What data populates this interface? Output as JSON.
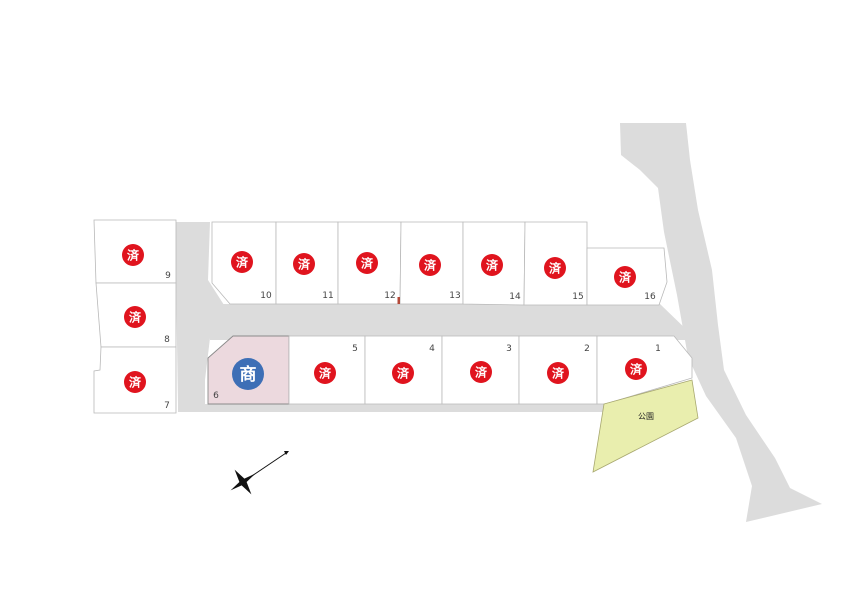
{
  "map": {
    "sold_label": "済",
    "commercial_label": "商",
    "park_label": "公園",
    "colors": {
      "road": "#dcdcdc",
      "sold_badge": "#e0141e",
      "commercial_badge": "#3d6fb6",
      "park": "#e9eeae",
      "selected_lot": "#ecd9de"
    },
    "lots": [
      {
        "number": "1",
        "status": "sold"
      },
      {
        "number": "2",
        "status": "sold"
      },
      {
        "number": "3",
        "status": "sold"
      },
      {
        "number": "4",
        "status": "sold"
      },
      {
        "number": "5",
        "status": "sold"
      },
      {
        "number": "6",
        "status": "commercial"
      },
      {
        "number": "7",
        "status": "sold"
      },
      {
        "number": "8",
        "status": "sold"
      },
      {
        "number": "9",
        "status": "sold"
      },
      {
        "number": "10",
        "status": "sold"
      },
      {
        "number": "11",
        "status": "sold"
      },
      {
        "number": "12",
        "status": "sold"
      },
      {
        "number": "13",
        "status": "sold"
      },
      {
        "number": "14",
        "status": "sold"
      },
      {
        "number": "15",
        "status": "sold"
      },
      {
        "number": "16",
        "status": "sold"
      }
    ],
    "compass": "compass-icon"
  }
}
